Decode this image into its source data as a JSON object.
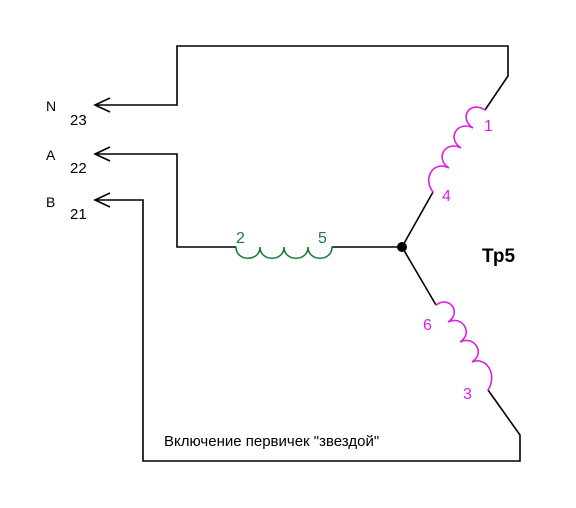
{
  "diagram": {
    "transformer_label": "Тр5",
    "caption": "Включение первичек \"звездой\"",
    "terminals": [
      {
        "phase": "N",
        "number": "23"
      },
      {
        "phase": "A",
        "number": "22"
      },
      {
        "phase": "B",
        "number": "21"
      }
    ],
    "windings": {
      "horizontal": {
        "start": "2",
        "end": "5",
        "color": "#1e7a3c"
      },
      "upper": {
        "start": "1",
        "end": "4",
        "color": "#e020e0"
      },
      "lower": {
        "start": "6",
        "end": "3",
        "color": "#e020e0"
      }
    },
    "wire_color": "#000000"
  }
}
